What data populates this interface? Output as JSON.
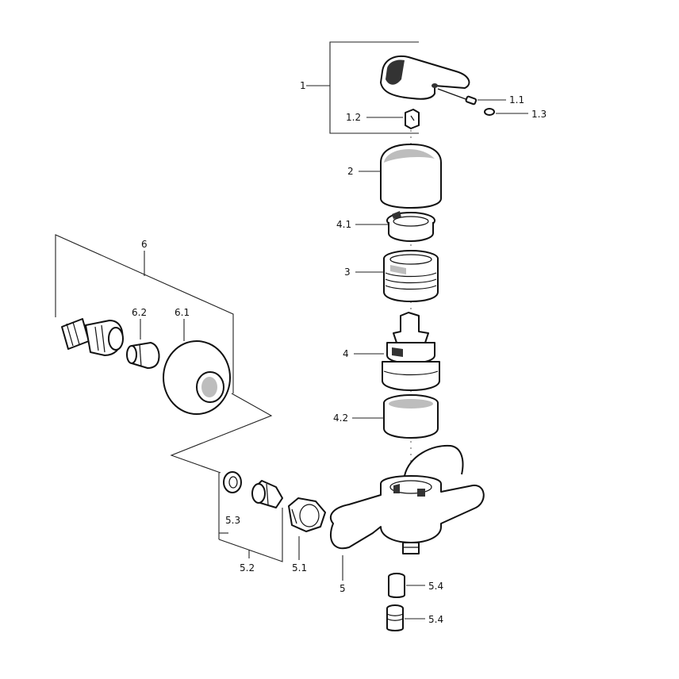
{
  "labels": {
    "l1": "1",
    "l1_1": "1.1",
    "l1_2": "1.2",
    "l1_3": "1.3",
    "l2": "2",
    "l4_1": "4.1",
    "l3": "3",
    "l4": "4",
    "l4_2": "4.2",
    "l5": "5",
    "l5_1": "5.1",
    "l5_2": "5.2",
    "l5_3": "5.3",
    "l5_4a": "5.4",
    "l5_4b": "5.4",
    "l6": "6",
    "l6_1": "6.1",
    "l6_2": "6.2"
  }
}
